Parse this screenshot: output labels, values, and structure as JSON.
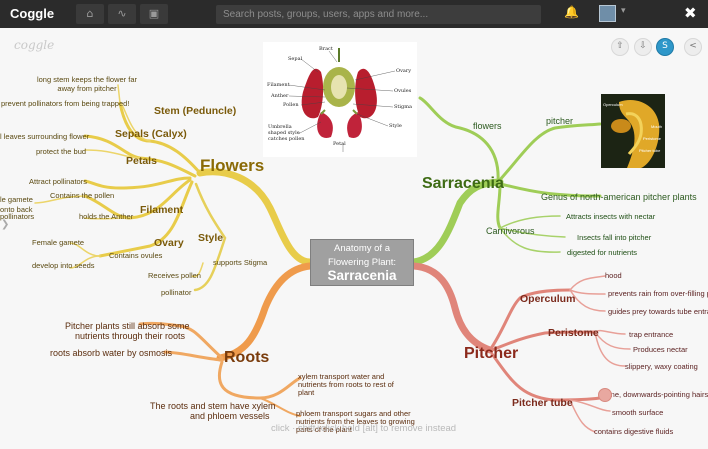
{
  "app": {
    "brand": "Coggle",
    "search_placeholder": "Search posts, groups, users, apps and more...",
    "close_label": "✖"
  },
  "canvas": {
    "logo": "coggle",
    "hint": "click  ·  shift+click hold [alt] to remove instead"
  },
  "center_node": {
    "line1": "Anatomy of a",
    "line2": "Flowering Plant:",
    "line3": "Sarracenia"
  },
  "flowers": {
    "title": "Flowers",
    "stem": "Stem (Peduncle)",
    "stem_1": "long stem keeps the flower far",
    "stem_2": "away from pitcher",
    "stem_3": "prevent pollinators from being trapped!",
    "sepals": "Sepals (Calyx)",
    "sepals_1": "l leaves surrounding flower",
    "sepals_2": "protect the bud",
    "petals": "Petals",
    "petals_1": "Attract pollinators",
    "filament": "Filament",
    "filament_1": "Contains the pollen",
    "filament_2": "holds the Anther",
    "filament_3": "le gamete",
    "filament_4": "onto back",
    "filament_5": "pollinators",
    "ovary": "Ovary",
    "ovary_1": "Female gamete",
    "ovary_2": "Contains ovules",
    "ovary_3": "develop into seeds",
    "style": "Style",
    "style_1": "supports Stigma",
    "style_2": "Receives pollen",
    "style_3": "pollinator"
  },
  "sarracenia": {
    "title": "Sarracenia",
    "flowers": "flowers",
    "pitcher": "pitcher",
    "genus": "Genus of north-american pitcher plants",
    "carnivorous": "Carnivorous",
    "carn_1": "Attracts insects with nectar",
    "carn_2": "Insects fall into pitcher",
    "carn_3": "digested for nutrients"
  },
  "pitcher": {
    "title": "Pitcher",
    "operculum": "Operculum",
    "op_1": "hood",
    "op_2": "prevents rain from over-filling pitch",
    "op_3": "guides prey towards tube entrance",
    "peristome": "Peristome",
    "per_1": "trap entrance",
    "per_2": "Produces nectar",
    "per_3": "slippery, waxy coating",
    "tube": "Pitcher tube",
    "tube_1": "ine, downwards-pointing hairs",
    "tube_2": "smooth surface",
    "tube_3": "contains digestive fluids"
  },
  "roots": {
    "title": "Roots",
    "r_1": "Pitcher plants still absorb some",
    "r_2": "nutrients through their roots",
    "r_3": "roots absorb water by osmosis",
    "r_4": "The roots and stem have xylem",
    "r_5": "and phloem vessels",
    "x_1": "xylem transport water and",
    "x_2": "nutrients from roots to rest of",
    "x_3": "plant",
    "p_1": "phloem transport sugars and other",
    "p_2": "nutrients from the leaves to growing",
    "p_3": "parts of the plant"
  },
  "diagram_labels": {
    "bract": "Bract",
    "sepal": "Sepal",
    "ovary": "Ovary",
    "filament": "Filament",
    "ovules": "Ovules",
    "anther": "Anther",
    "pollen": "Pollen",
    "stigma": "Stigma",
    "style": "Style",
    "umbrella": "Umbrella",
    "shaped": "shaped style",
    "catches": "catches pollen",
    "petal": "Petal"
  },
  "pitcher_photo_labels": {
    "operculum": "Operculum",
    "mouth": "Mouth",
    "peristome": "Peristome",
    "tube": "Pitcher tube"
  },
  "colors": {
    "yellow_branch": "#e8c640",
    "green_branch": "#9acb52",
    "red_branch": "#e0847a",
    "orange_branch": "#ee9a4a"
  }
}
